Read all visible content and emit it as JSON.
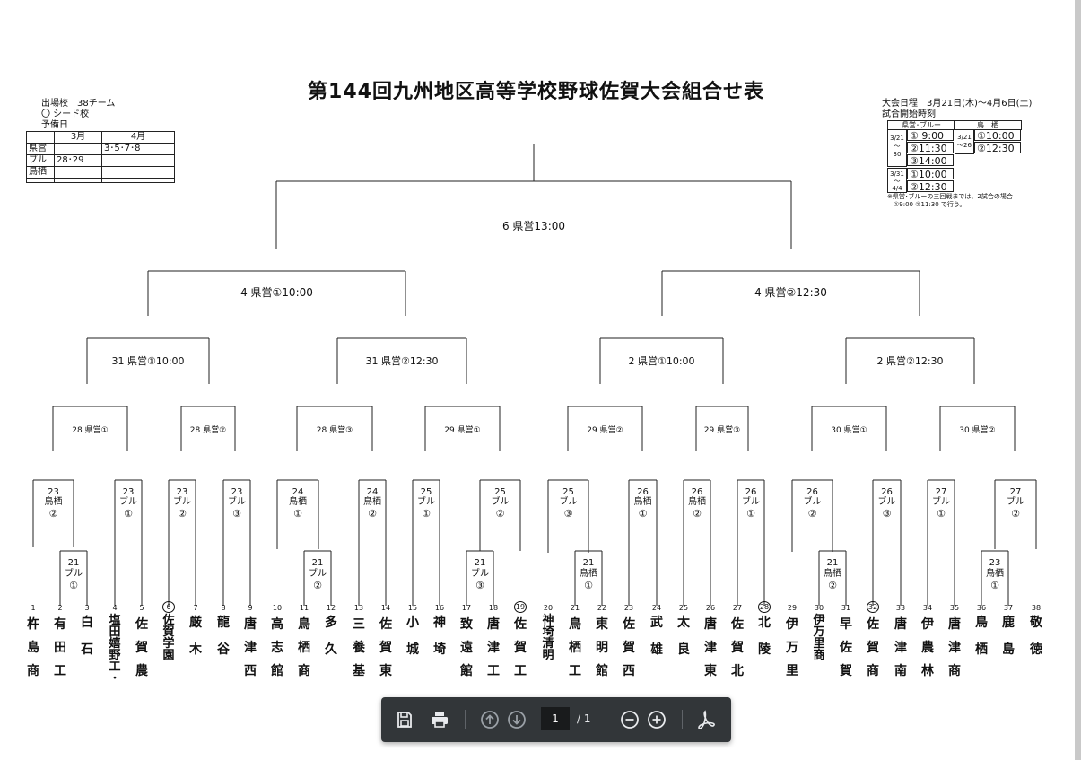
{
  "title": "第144回九州地区高等学校野球佐賀大会組合せ表",
  "info_left": {
    "teams": "出場校　38チーム",
    "seed": "〇 シード校",
    "reserve": "予備日"
  },
  "reserve_table": {
    "headers": [
      "",
      "3月",
      "4月"
    ],
    "rows": [
      [
        "県営",
        "",
        "3･5･7･8"
      ],
      [
        "ブル",
        "28･29",
        ""
      ],
      [
        "鳥栖",
        "",
        ""
      ],
      [
        "",
        "",
        ""
      ]
    ]
  },
  "info_right": {
    "dates": "大会日程　3月21日(木)～4月6日(土)",
    "start_times_label": "試合開始時刻",
    "col1_header": "県営･ブルー",
    "col2_header": "鳥　栖",
    "r1_dates": [
      "3/21",
      "～",
      "30"
    ],
    "r1_times": [
      "① 9:00",
      "②11:30",
      "③14:00"
    ],
    "tosu_dates": [
      "3/21",
      "～26"
    ],
    "tosu_times": [
      "①10:00",
      "②12:30"
    ],
    "r2_dates": [
      "3/31",
      "～",
      "4/4"
    ],
    "r2_times": [
      "①10:00",
      "②12:30"
    ],
    "note1": "※県営･ブルーの三回戦までは、2試合の場合",
    "note2": "　①9:00 ②11:30 で行う。"
  },
  "final": {
    "label": "6 県営13:00"
  },
  "semis": [
    "4 県営①10:00",
    "4 県営②12:30"
  ],
  "qf": [
    "31 県営①10:00",
    "31 県営②12:30",
    "2 県営①10:00",
    "2 県営②12:30"
  ],
  "r3": [
    "28 県営①",
    "28 県営②",
    "28 県営③",
    "29 県営①",
    "29 県営②",
    "29 県営③",
    "30 県営①",
    "30 県営②"
  ],
  "r2": [
    [
      "23",
      "鳥栖",
      "②"
    ],
    [
      "23",
      "ブル",
      "①"
    ],
    [
      "23",
      "ブル",
      "②"
    ],
    [
      "23",
      "ブル",
      "③"
    ],
    [
      "24",
      "鳥栖",
      "①"
    ],
    [
      "24",
      "鳥栖",
      "②"
    ],
    [
      "25",
      "ブル",
      "①"
    ],
    [
      "25",
      "ブル",
      "②"
    ],
    [
      "25",
      "ブル",
      "③"
    ],
    [
      "26",
      "鳥栖",
      "①"
    ],
    [
      "26",
      "鳥栖",
      "②"
    ],
    [
      "26",
      "ブル",
      "①"
    ],
    [
      "26",
      "ブル",
      "②"
    ],
    [
      "26",
      "ブル",
      "③"
    ],
    [
      "27",
      "ブル",
      "①"
    ],
    [
      "27",
      "ブル",
      "②"
    ]
  ],
  "r1": [
    [
      "21",
      "ブル",
      "①"
    ],
    [
      "21",
      "ブル",
      "②"
    ],
    [
      "21",
      "ブル",
      "③"
    ],
    [
      "21",
      "鳥栖",
      "①"
    ],
    [
      "21",
      "鳥栖",
      "②"
    ],
    [
      "23",
      "鳥栖",
      "①"
    ]
  ],
  "teams": [
    {
      "num": "1",
      "name": "杵島商",
      "seed": false
    },
    {
      "num": "2",
      "name": "有田工",
      "seed": false
    },
    {
      "num": "3",
      "name": "白石",
      "seed": false
    },
    {
      "num": "4",
      "name": "塩田嬉野工･",
      "seed": false
    },
    {
      "num": "5",
      "name": "佐賀農",
      "seed": false
    },
    {
      "num": "6",
      "name": "佐賀学園",
      "seed": true
    },
    {
      "num": "7",
      "name": "厳木",
      "seed": false
    },
    {
      "num": "8",
      "name": "龍谷",
      "seed": false
    },
    {
      "num": "9",
      "name": "唐津西",
      "seed": false
    },
    {
      "num": "10",
      "name": "高志館",
      "seed": false
    },
    {
      "num": "11",
      "name": "鳥栖商",
      "seed": false
    },
    {
      "num": "12",
      "name": "多久",
      "seed": false
    },
    {
      "num": "13",
      "name": "三養基",
      "seed": false
    },
    {
      "num": "14",
      "name": "佐賀東",
      "seed": false
    },
    {
      "num": "15",
      "name": "小城",
      "seed": false
    },
    {
      "num": "16",
      "name": "神埼",
      "seed": false
    },
    {
      "num": "17",
      "name": "致遠館",
      "seed": false
    },
    {
      "num": "18",
      "name": "唐津工",
      "seed": false
    },
    {
      "num": "19",
      "name": "佐賀工",
      "seed": true
    },
    {
      "num": "20",
      "name": "神埼清明",
      "seed": false
    },
    {
      "num": "21",
      "name": "鳥栖工",
      "seed": false
    },
    {
      "num": "22",
      "name": "東明館",
      "seed": false
    },
    {
      "num": "23",
      "name": "佐賀西",
      "seed": false
    },
    {
      "num": "24",
      "name": "武雄",
      "seed": false
    },
    {
      "num": "25",
      "name": "太良",
      "seed": false
    },
    {
      "num": "26",
      "name": "唐津東",
      "seed": false
    },
    {
      "num": "27",
      "name": "佐賀北",
      "seed": false
    },
    {
      "num": "28",
      "name": "北陵",
      "seed": true
    },
    {
      "num": "29",
      "name": "伊万里",
      "seed": false
    },
    {
      "num": "30",
      "name": "伊万里商",
      "seed": false
    },
    {
      "num": "31",
      "name": "早佐賀",
      "seed": false
    },
    {
      "num": "32",
      "name": "佐賀商",
      "seed": true
    },
    {
      "num": "33",
      "name": "唐津南",
      "seed": false
    },
    {
      "num": "34",
      "name": "伊農林",
      "seed": false
    },
    {
      "num": "35",
      "name": "唐津商",
      "seed": false
    },
    {
      "num": "36",
      "name": "鳥栖",
      "seed": false
    },
    {
      "num": "37",
      "name": "鹿島",
      "seed": false
    },
    {
      "num": "38",
      "name": "敬徳",
      "seed": false
    }
  ],
  "toolbar": {
    "page_current": "1",
    "page_total": "/ 1",
    "icons": [
      "save-icon",
      "print-icon",
      "arrow-up-icon",
      "arrow-down-icon",
      "zoom-out-icon",
      "zoom-in-icon",
      "acrobat-icon"
    ]
  }
}
